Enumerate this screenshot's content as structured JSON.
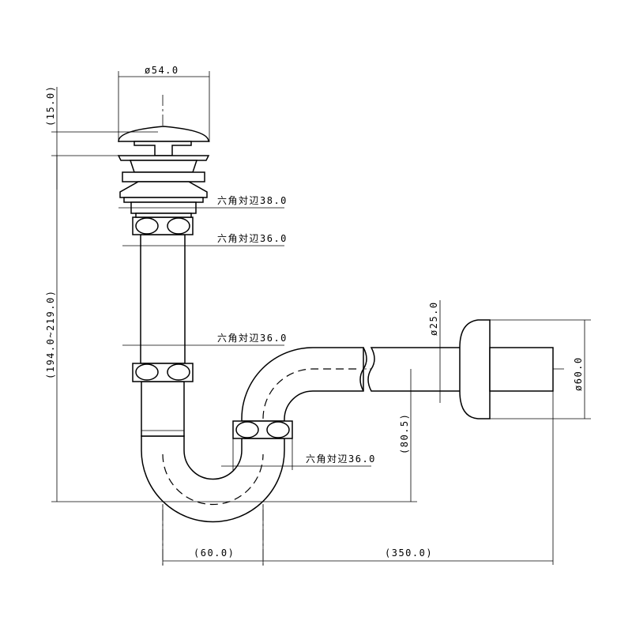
{
  "title": "排水トラップ寸法図",
  "dimensions": {
    "cap_diameter": "ø54.0",
    "cap_height": "(15.0)",
    "total_height": "(194.0~219.0)",
    "trap_depth": "(80.5)",
    "pipe_diameter": "ø25.0",
    "flange_diameter": "ø60.0",
    "trap_width": "(60.0)",
    "horizontal_length": "(350.0)"
  },
  "hex_labels": [
    "六角対辺38.0",
    "六角対辺36.0",
    "六角対辺36.0",
    "六角対辺36.0"
  ]
}
